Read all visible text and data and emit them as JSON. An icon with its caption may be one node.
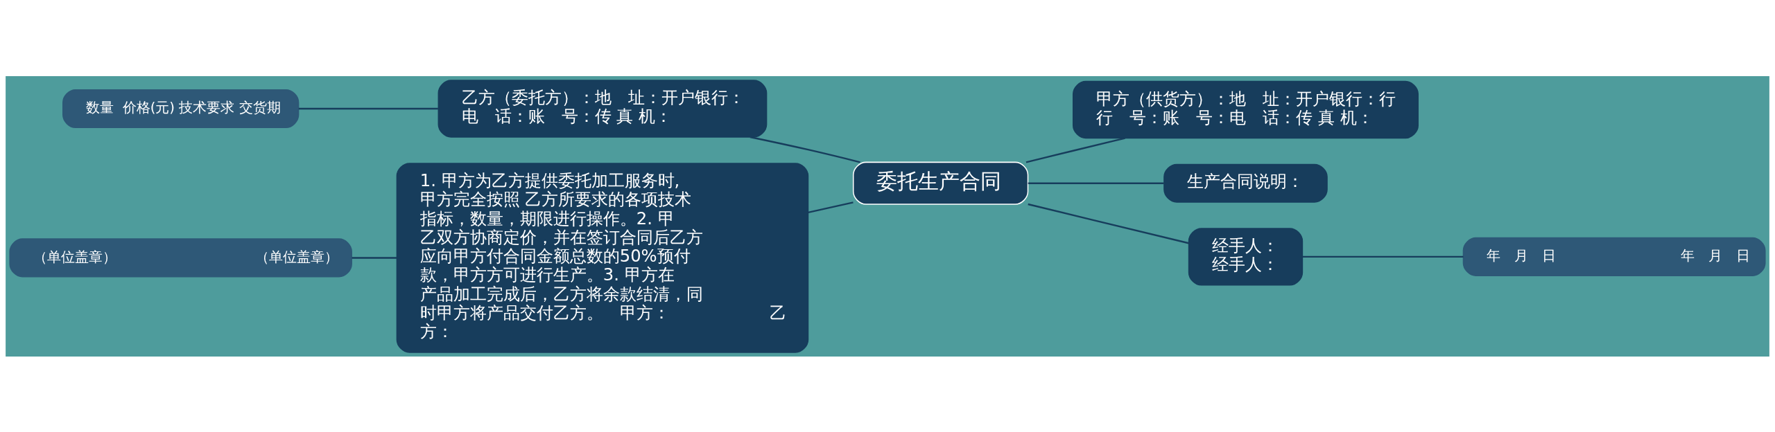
{
  "diagram": {
    "nodes": [
      {
        "text": [
          "委托生产合同"
        ]
      },
      {
        "text": [
          "乙方（委托方）：地　址：开户银行：电　话：账　号：传 真 机："
        ]
      },
      {
        "text": [
          "数量  价格(元) 技术要求 交货期"
        ]
      },
      {
        "text": [
          "1. 甲方为乙方提供委托加工服务时,甲方完全按照 乙方所要求的各项技术指标，数量，期限进行操作。2. 甲乙双方协商定价，并在签订合同后乙方应向甲方付合同金额总数的50%预付款，甲方方可进行生产。3. 甲方在产品加工完成后，乙方将余款结清，同时甲方将产品交付乙方。　甲方：　　　　　　乙方："
        ]
      },
      {
        "text": [
          "（单位盖章）　　　　　　　　　　（单位盖章）"
        ]
      },
      {
        "text": [
          "甲方（供货方）：地　址：开户银行：行行　号：账　号：电　话：传 真 机："
        ]
      },
      {
        "text": [
          "生产合同说明："
        ]
      },
      {
        "text": [
          "经手人：经手人："
        ]
      },
      {
        "text": [
          "年　月　日　　　　　　　　　年　月　日"
        ]
      }
    ],
    "edges": [
      {
        "from": 0,
        "to": 1,
        "arrow": "none"
      },
      {
        "from": 1,
        "to": 2,
        "arrow": "none"
      },
      {
        "from": 0,
        "to": 3,
        "arrow": "none"
      },
      {
        "from": 3,
        "to": 4,
        "arrow": "none"
      },
      {
        "from": 0,
        "to": 5,
        "arrow": "none"
      },
      {
        "from": 0,
        "to": 6,
        "arrow": "none"
      },
      {
        "from": 0,
        "to": 7,
        "arrow": "none"
      },
      {
        "from": 7,
        "to": 8,
        "arrow": "none"
      }
    ]
  }
}
